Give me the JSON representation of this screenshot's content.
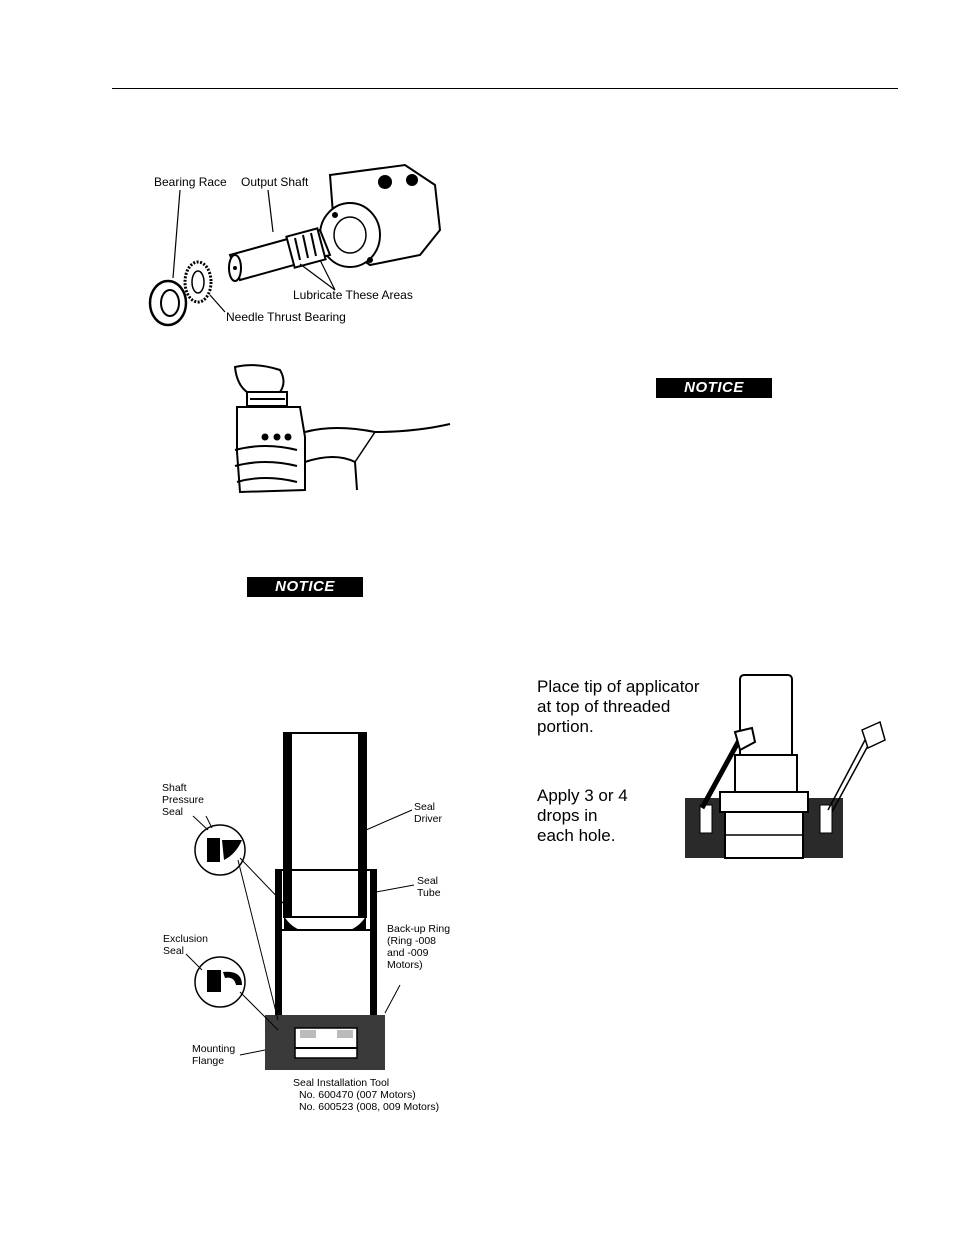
{
  "figure1": {
    "bearing_race": "Bearing Race",
    "output_shaft": "Output Shaft",
    "lubricate": "Lubricate These Areas",
    "needle_bearing": "Needle Thrust Bearing"
  },
  "notice1": "NOTICE",
  "notice2": "NOTICE",
  "figure3": {
    "shaft_pressure_seal": [
      "Shaft",
      "Pressure",
      "Seal"
    ],
    "seal_driver": [
      "Seal",
      "Driver"
    ],
    "seal_tube": [
      "Seal",
      "Tube"
    ],
    "exclusion_seal": [
      "Exclusion",
      "Seal"
    ],
    "backup_ring": [
      "Back-up Ring",
      "(Ring -008",
      "and -009",
      "Motors)"
    ],
    "mounting_flange": [
      "Mounting",
      "Flange"
    ],
    "tool_title": "Seal Installation Tool",
    "tool_line1": "No. 600470 (007 Motors)",
    "tool_line2": "No. 600523 (008, 009 Motors)"
  },
  "figure4": {
    "place_tip": [
      "Place tip of applicator",
      "at top of threaded",
      "portion."
    ],
    "apply": [
      "Apply 3 or 4",
      "drops in",
      "each hole."
    ]
  }
}
